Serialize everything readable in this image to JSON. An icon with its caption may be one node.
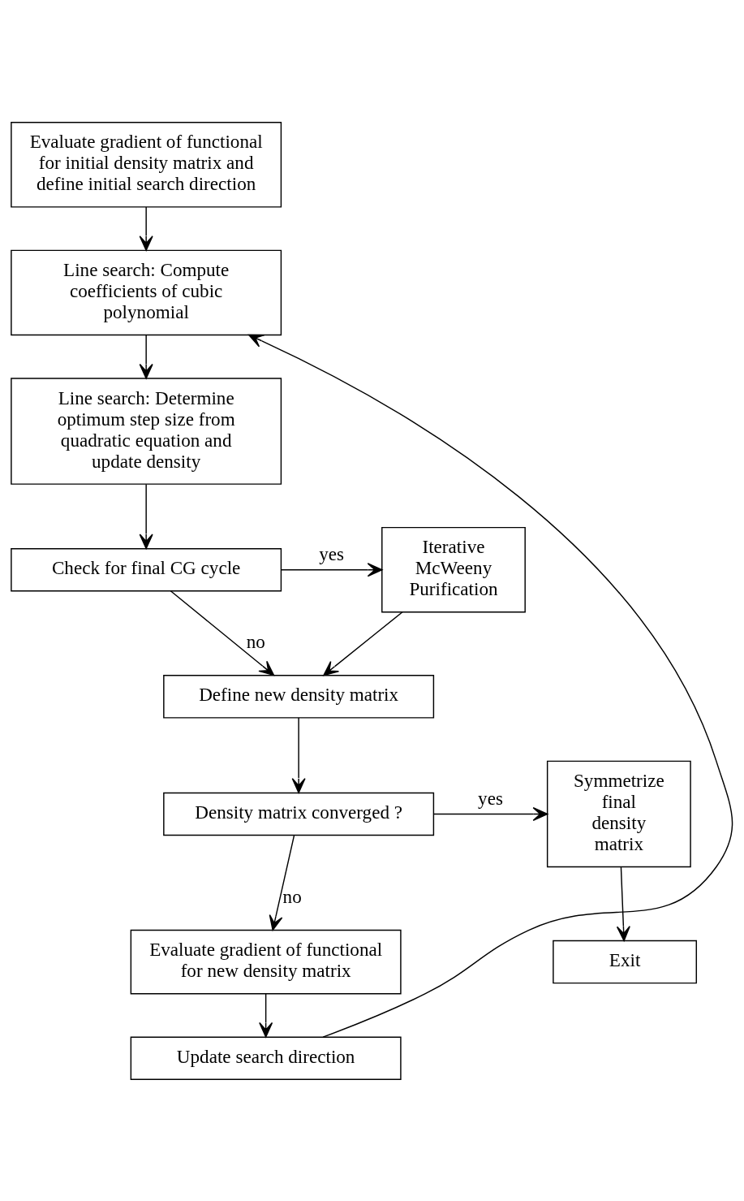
{
  "diagram": {
    "nodes": [
      {
        "text": [
          "Evaluate gradient of functional for initial density matrix and define initial search direction"
        ]
      },
      {
        "text": [
          "Line search: Compute coefficients of cubic polynomial"
        ]
      },
      {
        "text": [
          "Line search: Determine optimum step size from quadratic equation and update density"
        ]
      },
      {
        "text": [
          "Check for final CG cycle"
        ]
      },
      {
        "text": [
          "Iterative McWeeny Purification"
        ]
      },
      {
        "text": [
          "Define new density matrix"
        ]
      },
      {
        "text": [
          "Density matrix converged ?"
        ]
      },
      {
        "text": [
          "Symmetrize final density matrix"
        ]
      },
      {
        "text": [
          "Evaluate gradient of functional for new density matrix"
        ]
      },
      {
        "text": [
          "Exit"
        ]
      },
      {
        "text": [
          "Update search direction"
        ]
      }
    ],
    "edges": [
      {
        "from": 0,
        "to": 1,
        "arrow": "to"
      },
      {
        "from": 1,
        "to": 2,
        "arrow": "to"
      },
      {
        "from": 2,
        "to": 3,
        "arrow": "to"
      },
      {
        "from": 3,
        "to": 4,
        "arrow": "to",
        "label": "yes"
      },
      {
        "from": 3,
        "to": 5,
        "arrow": "to",
        "label": "no"
      },
      {
        "from": 4,
        "to": 5,
        "arrow": "to"
      },
      {
        "from": 5,
        "to": 6,
        "arrow": "to"
      },
      {
        "from": 6,
        "to": 7,
        "arrow": "to",
        "label": "yes"
      },
      {
        "from": 6,
        "to": 8,
        "arrow": "to",
        "label": "no"
      },
      {
        "from": 7,
        "to": 9,
        "arrow": "to"
      },
      {
        "from": 8,
        "to": 10,
        "arrow": "to"
      },
      {
        "from": 10,
        "to": 1,
        "arrow": "to"
      }
    ]
  }
}
